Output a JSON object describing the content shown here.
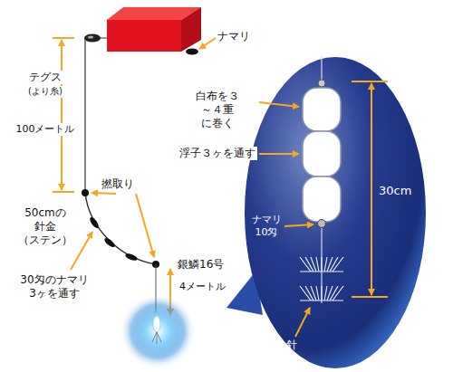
{
  "diagram": {
    "labels": [
      "ナマリ",
      "テグス",
      "(より糸)",
      "100メートル",
      "撚取り",
      "50cmの 針金（ステン）",
      "30匁のナマリ 3ヶを通す",
      "銀鱗16号",
      "4メートル",
      "白布を３～４重 に巻く",
      "浮子３ヶを通す",
      "30cm",
      "ナマリ 10匁",
      "針"
    ]
  }
}
